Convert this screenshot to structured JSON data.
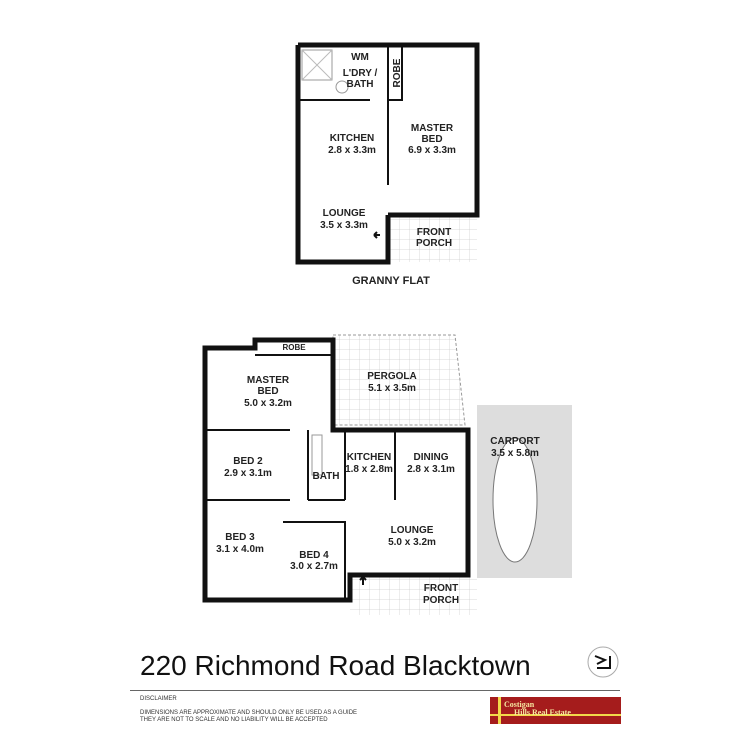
{
  "granny_flat": {
    "title": "GRANNY FLAT",
    "rooms": [
      {
        "name": "WM"
      },
      {
        "name": "L'DRY /",
        "dims": "BATH"
      },
      {
        "name": "ROBE"
      },
      {
        "name": "KITCHEN",
        "dims": "2.8 x 3.3m"
      },
      {
        "name": "MASTER",
        "name2": "BED",
        "dims": "6.9 x 3.3m"
      },
      {
        "name": "LOUNGE",
        "dims": "3.5 x 3.3m"
      },
      {
        "name": "FRONT",
        "name2": "PORCH"
      }
    ]
  },
  "house": {
    "rooms": [
      {
        "name": "ROBE"
      },
      {
        "name": "MASTER",
        "name2": "BED",
        "dims": "5.0 x 3.2m"
      },
      {
        "name": "PERGOLA",
        "dims": "5.1 x 3.5m"
      },
      {
        "name": "BED 2",
        "dims": "2.9 x 3.1m"
      },
      {
        "name": "BATH"
      },
      {
        "name": "KITCHEN",
        "dims": "1.8 x 2.8m"
      },
      {
        "name": "DINING",
        "dims": "2.8 x 3.1m"
      },
      {
        "name": "CARPORT",
        "dims": "3.5 x 5.8m"
      },
      {
        "name": "BED 3",
        "dims": "3.1 x 4.0m"
      },
      {
        "name": "BED 4",
        "dims": "3.0 x 2.7m"
      },
      {
        "name": "LOUNGE",
        "dims": "5.0 x 3.2m"
      },
      {
        "name": "FRONT",
        "name2": "PORCH"
      }
    ]
  },
  "footer": {
    "address": "220 Richmond Road Blacktown",
    "disclaimer_heading": "DISCLAIMER",
    "disclaimer_line1": "DIMENSIONS ARE APPROXIMATE AND SHOULD ONLY BE USED AS A GUIDE",
    "disclaimer_line2": "THEY ARE NOT TO SCALE AND NO LIABILITY WILL BE ACCEPTED",
    "logo_line1": "Costigan",
    "logo_line2": "Hills Real Estate"
  }
}
